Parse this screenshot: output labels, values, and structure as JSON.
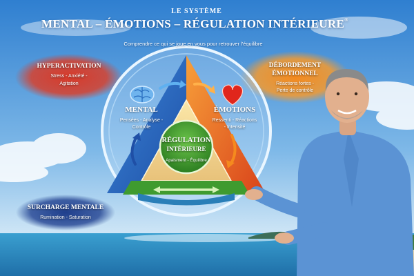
{
  "header": {
    "supertitle": "LE SYSTÈME",
    "title": "MENTAL – ÉMOTIONS – RÉGULATION INTÉRIEURE",
    "registered": "®",
    "subtitle": "Comprendre ce qui se joue en vous pour retrouver l'équilibre"
  },
  "corners": {
    "hyperactivation": {
      "title": "HYPERACTIVATION",
      "line1": "Stress - Anxiété -",
      "line2": "Agitation"
    },
    "debordement": {
      "title1": "DÉBORDEMENT",
      "title2": "ÉMOTIONNEL",
      "line1": "Réactions fortes -",
      "line2": "Perte de contrôle"
    },
    "surcharge": {
      "title": "SURCHARGE MENTALE",
      "line1": "Rumination - Saturation"
    }
  },
  "triangle": {
    "mental": {
      "title": "MENTAL",
      "line1": "Pensées - Analyse -",
      "line2": "Contrôle"
    },
    "emotions": {
      "title": "ÉMOTIONS",
      "line1": "Ressenti - Réactions",
      "line2": "- Intensité"
    },
    "regulation": {
      "title1": "RÉGULATION",
      "title2": "INTÉRIEURE",
      "line1": "Apaisment - Équilibre"
    }
  },
  "icons": [
    "brain-icon",
    "heart-icon",
    "cycle-arrows-icon"
  ],
  "colors": {
    "sky": "#3d8fd6",
    "blue_section": "#2f6fc8",
    "orange_section": "#ef6a1c",
    "center_green": "#3f9b2f",
    "shirt": "#5b93d4"
  }
}
